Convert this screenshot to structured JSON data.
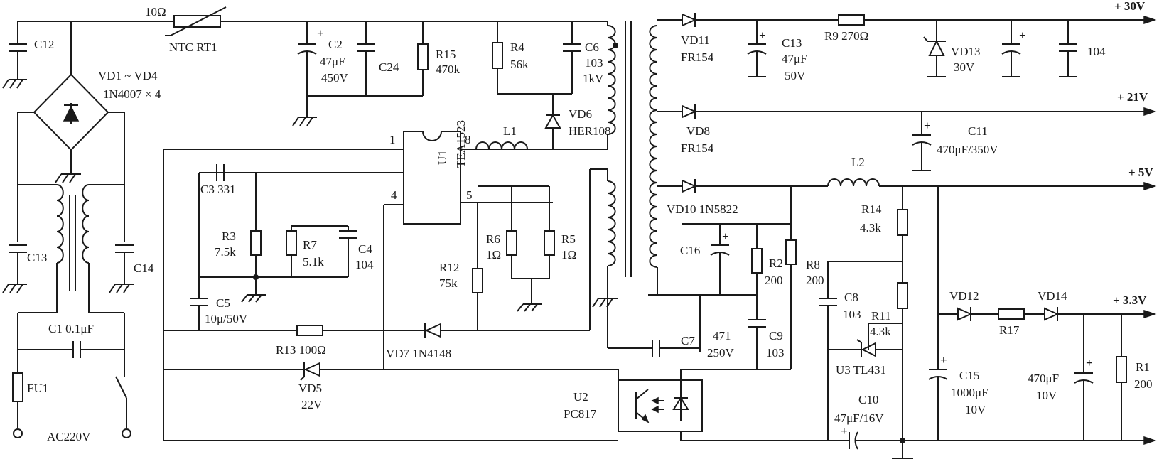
{
  "labels": {
    "out30": "+ 30V",
    "out21": "+ 21V",
    "out5": "+ 5V",
    "out33": "+ 3.3V",
    "r_ntc_val": "10Ω",
    "r_ntc": "NTC RT1",
    "c12": "C12",
    "bridge_ref": "VD1 ~ VD4",
    "bridge_val": "1N4007 × 4",
    "c13_filter": "C13",
    "c14": "C14",
    "c1": "C1 0.1μF",
    "fu1": "FU1",
    "ac": "AC220V",
    "c2_ref": "C2",
    "c2_val1": "47μF",
    "c2_val2": "450V",
    "c24": "C24",
    "r15_ref": "R15",
    "r15_val": "470k",
    "r4_ref": "R4",
    "r4_val": "56k",
    "c6_ref": "C6",
    "c6_val1": "103",
    "c6_val2": "1kV",
    "vd6_ref": "VD6",
    "vd6_val": "HER108",
    "l1": "L1",
    "u1_ref": "U1",
    "u1_val": "TEA1523",
    "pin1": "1",
    "pin8": "8",
    "pin4": "4",
    "pin5": "5",
    "c3": "C3  331",
    "r3_ref": "R3",
    "r3_val": "7.5k",
    "r7_ref": "R7",
    "r7_val": "5.1k",
    "c4_ref": "C4",
    "c4_val": "104",
    "c5_ref": "C5",
    "c5_val": "10μ/50V",
    "r6_ref": "R6",
    "r6_val": "1Ω",
    "r5_ref": "R5",
    "r5_val": "1Ω",
    "r12_ref": "R12",
    "r12_val": "75k",
    "r13": "R13  100Ω",
    "vd7": "VD7  1N4148",
    "vd5_ref": "VD5",
    "vd5_val": "22V",
    "u2_ref": "U2",
    "u2_val": "PC817",
    "vd11_ref": "VD11",
    "vd11_val": "FR154",
    "c13o_ref": "C13",
    "c13o_val1": "47μF",
    "c13o_val2": "50V",
    "r9": "R9  270Ω",
    "vd13_ref": "VD13",
    "vd13_val": "30V",
    "c104": "104",
    "vd8_ref": "VD8",
    "vd8_val": "FR154",
    "c11_ref": "C11",
    "c11_val": "470μF/350V",
    "vd10": "VD10  1N5822",
    "l2": "L2",
    "c16": "C16",
    "r2_ref": "R2",
    "r2_val": "200",
    "r8_ref": "R8",
    "r8_val": "200",
    "r14_ref": "R14",
    "r14_val": "4.3k",
    "c8_ref": "C8",
    "c8_val": "103",
    "r11_ref": "R11",
    "r11_val": "4.3k",
    "u3": "U3  TL431",
    "c7": "C7",
    "c7_val1": "471",
    "c7_val2": "250V",
    "c9_ref": "C9",
    "c9_val": "103",
    "c10_ref": "C10",
    "c10_val": "47μF/16V",
    "vd12": "VD12",
    "r17": "R17",
    "vd14": "VD14",
    "c15_ref": "C15",
    "c15_val1": "1000μF",
    "c15_val2": "10V",
    "c470_val1": "470μF",
    "c470_val2": "10V",
    "r1_ref": "R1",
    "r1_val": "200",
    "plus": "+"
  }
}
